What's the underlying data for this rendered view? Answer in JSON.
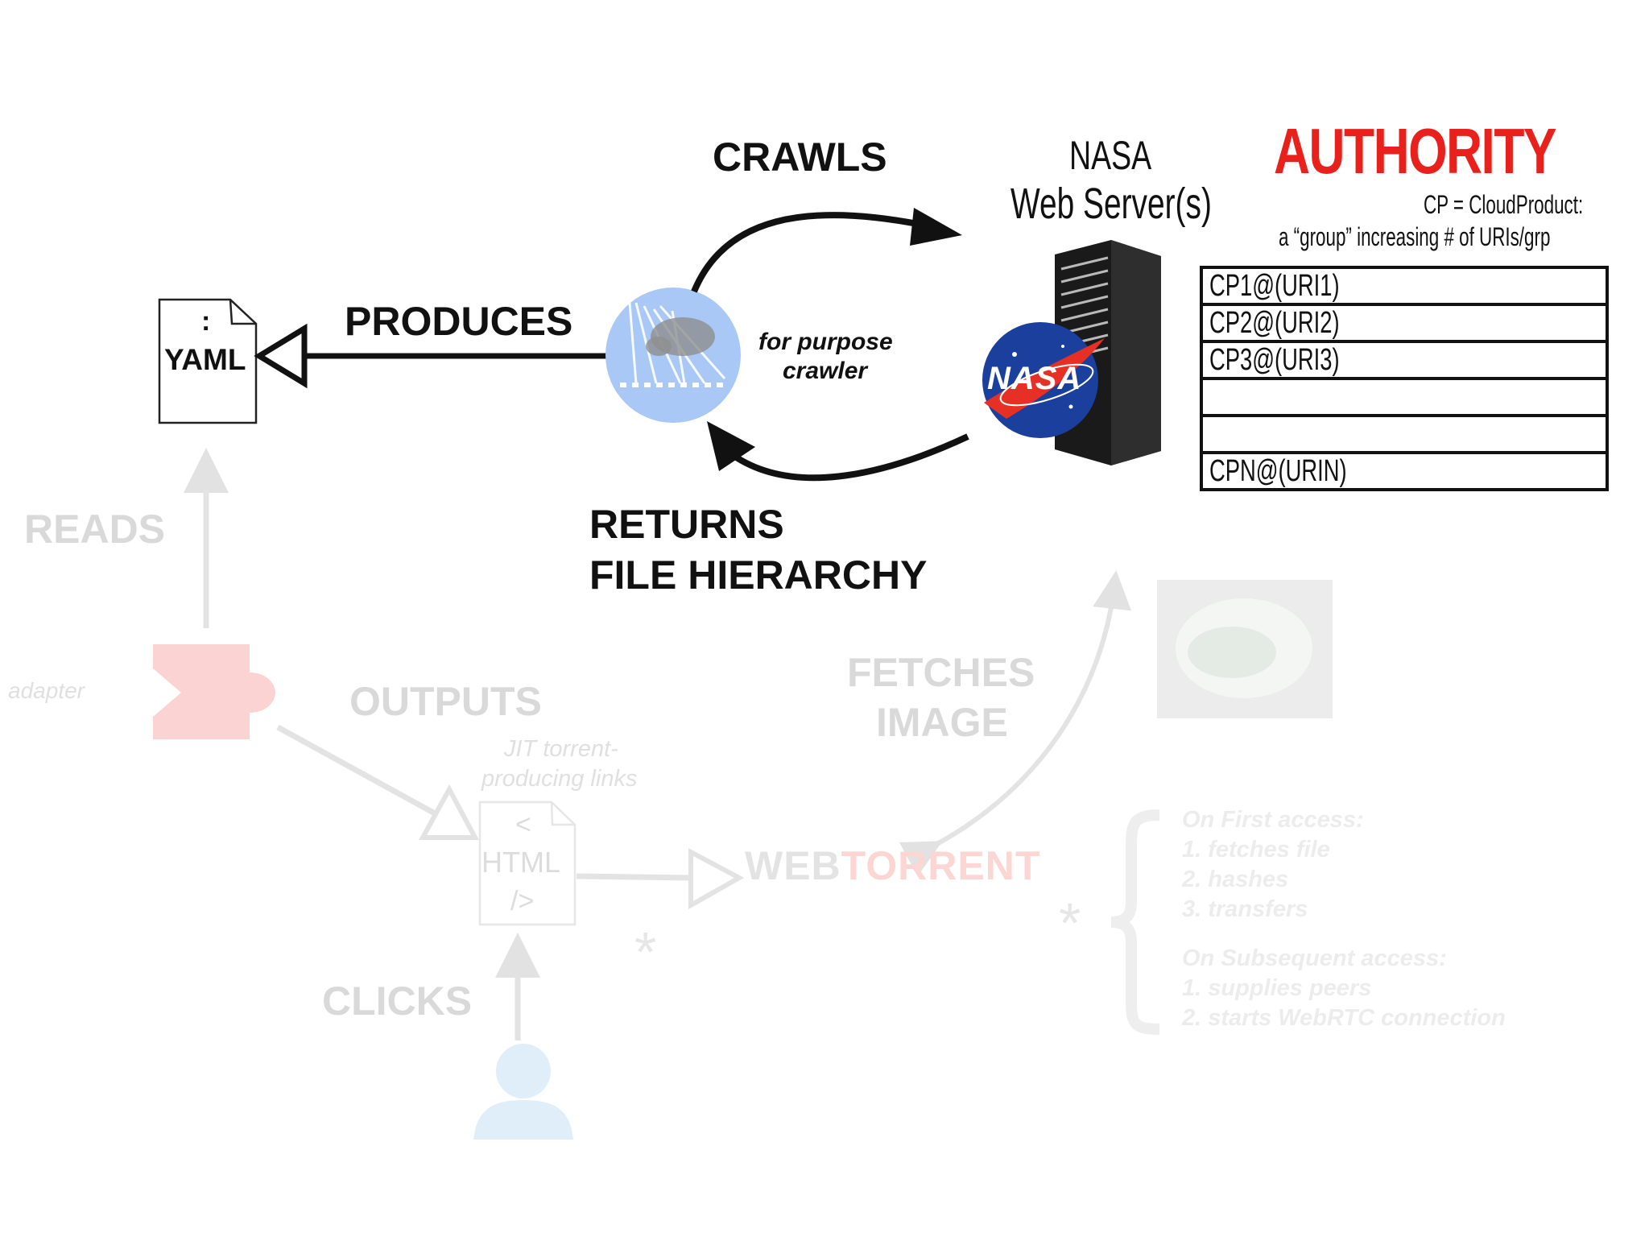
{
  "yaml_doc": {
    "symbol": ":",
    "label": "YAML"
  },
  "html_doc": {
    "line1": "<",
    "line2": "HTML",
    "line3": "/>"
  },
  "crawler": {
    "caption_line1": "for purpose",
    "caption_line2": "crawler"
  },
  "arrows": {
    "produces": "PRODUCES",
    "crawls": "CRAWLS",
    "returns_line1": "RETURNS",
    "returns_line2": "FILE HIERARCHY",
    "reads": "READS",
    "outputs": "OUTPUTS",
    "fetches_line1": "FETCHES",
    "fetches_line2": "IMAGE",
    "clicks": "CLICKS"
  },
  "server": {
    "title_line1": "NASA",
    "title_line2": "Web Server(s)",
    "logo_text": "NASA"
  },
  "authority": {
    "title": "AUTHORITY",
    "note_line1": "CP = CloudProduct:",
    "note_line2": "a “group” increasing # of URIs/grp",
    "rows": [
      "CP1@(URI1)",
      "CP2@(URI2)",
      "CP3@(URI3)",
      "",
      "",
      "CPN@(URIN)"
    ]
  },
  "adapter": {
    "label": "adapter"
  },
  "jit": {
    "line1": "JIT torrent-",
    "line2": "producing links"
  },
  "webtorrent": {
    "part1": "WEB",
    "part2": "TORRENT"
  },
  "asterisk": "*",
  "access_notes": {
    "first_title": "On First access:",
    "first_steps": [
      "1. fetches file",
      "2. hashes",
      "3. transfers"
    ],
    "subsequent_title": "On Subsequent access:",
    "subsequent_steps": [
      "1. supplies peers",
      "2. starts WebRTC connection"
    ]
  },
  "colors": {
    "authority_red": "#e8211d",
    "crawler_blue": "#a9c8f5",
    "faded_gray": "#e3e3e3",
    "adapter_red": "#fbd3d3"
  }
}
